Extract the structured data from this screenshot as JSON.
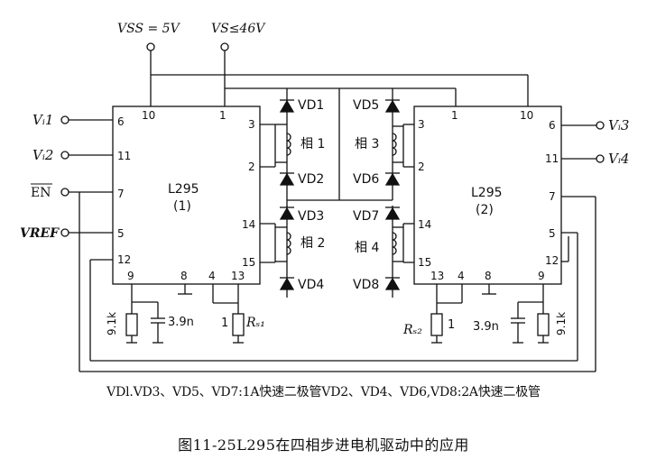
{
  "supply": {
    "vss": "V<sub>SS</sub> = 5V",
    "vss_text": "VSS = 5V",
    "vs_text": "VS≤46V"
  },
  "inputs": {
    "vi1": "Vᵢ1",
    "vi2": "Vᵢ2",
    "en": "EN",
    "vref": "VREF",
    "vi3": "Vᵢ3",
    "vi4": "Vᵢ4"
  },
  "chip1": {
    "name": "L295",
    "index": "(1)",
    "pins": {
      "p10": "10",
      "p1": "1",
      "p6": "6",
      "p11": "11",
      "p7": "7",
      "p5": "5",
      "p12": "12",
      "p9": "9",
      "p8": "8",
      "p4": "4",
      "p13": "13",
      "p3": "3",
      "p2": "2",
      "p14": "14",
      "p15": "15"
    }
  },
  "chip2": {
    "name": "L295",
    "index": "(2)",
    "pins": {
      "p1": "1",
      "p10": "10",
      "p6": "6",
      "p11": "11",
      "p7": "7",
      "p5": "5",
      "p12": "12",
      "p9": "9",
      "p8": "8",
      "p4": "4",
      "p13": "13",
      "p3": "3",
      "p2": "2",
      "p14": "14",
      "p15": "15"
    }
  },
  "diodes": {
    "vd1": "VD1",
    "vd2": "VD2",
    "vd3": "VD3",
    "vd4": "VD4",
    "vd5": "VD5",
    "vd6": "VD6",
    "vd7": "VD7",
    "vd8": "VD8"
  },
  "phases": {
    "ph1": "相 1",
    "ph2": "相 2",
    "ph3": "相 3",
    "ph4": "相 4"
  },
  "components": {
    "r1": "9.1k",
    "c1": "3.9n",
    "rs1": "Rₛ₁",
    "rs1_num": "1",
    "r2": "9.1k",
    "c2": "3.9n",
    "rs2": "Rₛ₂",
    "rs2_num": "1"
  },
  "note": "VDl.VD3、VD5、VD7:1A快速二极管VD2、VD4、VD6,VD8:2A快速二极管",
  "title": "图11-25L295在四相步进电机驱动中的应用"
}
